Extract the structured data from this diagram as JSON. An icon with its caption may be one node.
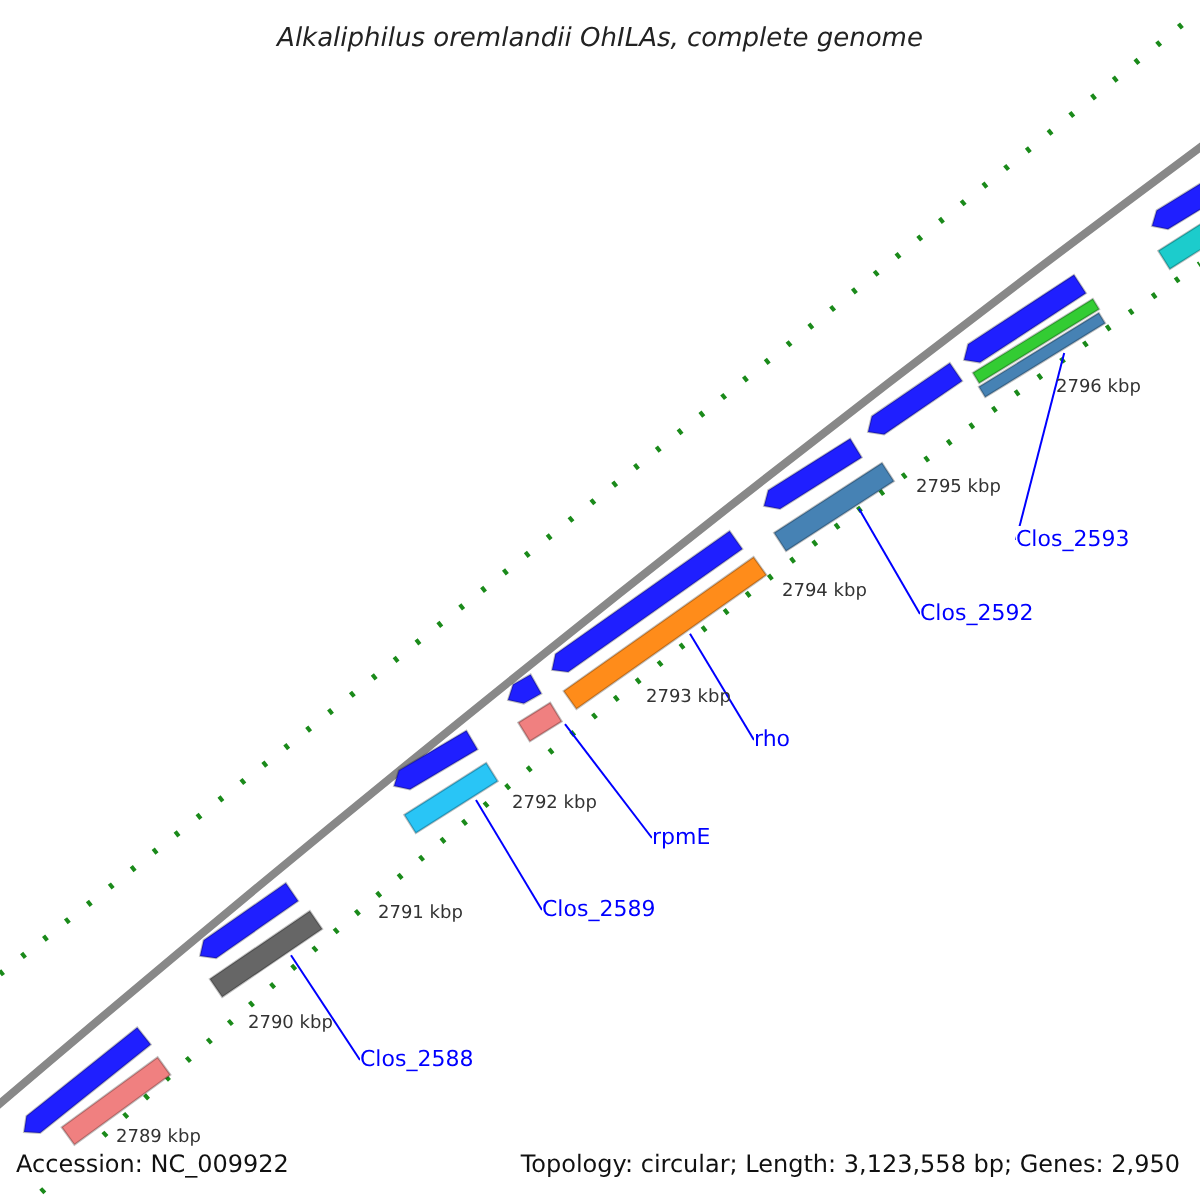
{
  "diagram": {
    "title": "Alkaliphilus oremlandii OhILAs, complete genome",
    "nodes": [
      {
        "text": [],
        "shape": "arrow"
      },
      {
        "text": [],
        "shape": "bar"
      },
      {
        "text": [],
        "shape": "arrow"
      },
      {
        "text": [],
        "shape": "bar"
      },
      {
        "text": [],
        "shape": "arrow"
      },
      {
        "text": [],
        "shape": "bar"
      },
      {
        "text": [],
        "shape": "arrow"
      },
      {
        "text": [],
        "shape": "bar"
      },
      {
        "text": [],
        "shape": "arrow"
      },
      {
        "text": [],
        "shape": "bar"
      },
      {
        "text": [],
        "shape": "arrow"
      },
      {
        "text": [],
        "shape": "bar"
      },
      {
        "text": [],
        "shape": "arrow"
      },
      {
        "text": [],
        "shape": "arrow"
      },
      {
        "text": [],
        "shape": "bar"
      },
      {
        "text": [],
        "shape": "bar"
      },
      {
        "text": [],
        "shape": "arrow"
      },
      {
        "text": [],
        "shape": "bar"
      },
      {
        "text": [
          "Clos_2588"
        ]
      },
      {
        "text": [
          "Clos_2589"
        ]
      },
      {
        "text": [
          "rpmE"
        ]
      },
      {
        "text": [
          "rho"
        ]
      },
      {
        "text": [
          "Clos_2592"
        ]
      },
      {
        "text": [
          "Clos_2593"
        ]
      }
    ],
    "edges": [
      {
        "from": 18,
        "to": 3,
        "arrow": "none"
      },
      {
        "from": 19,
        "to": 5,
        "arrow": "none"
      },
      {
        "from": 20,
        "to": 7,
        "arrow": "none"
      },
      {
        "from": 21,
        "to": 9,
        "arrow": "none"
      },
      {
        "from": 22,
        "to": 11,
        "arrow": "none"
      },
      {
        "from": 23,
        "to": 15,
        "arrow": "none"
      }
    ],
    "labels": [
      "2789 kbp",
      "2790 kbp",
      "2791 kbp",
      "2792 kbp",
      "2793 kbp",
      "2794 kbp",
      "2795 kbp",
      "2796 kbp",
      "Accession: NC_009922",
      "Topology: circular; Length: 3,123,558 bp; Genes: 2,950"
    ]
  }
}
